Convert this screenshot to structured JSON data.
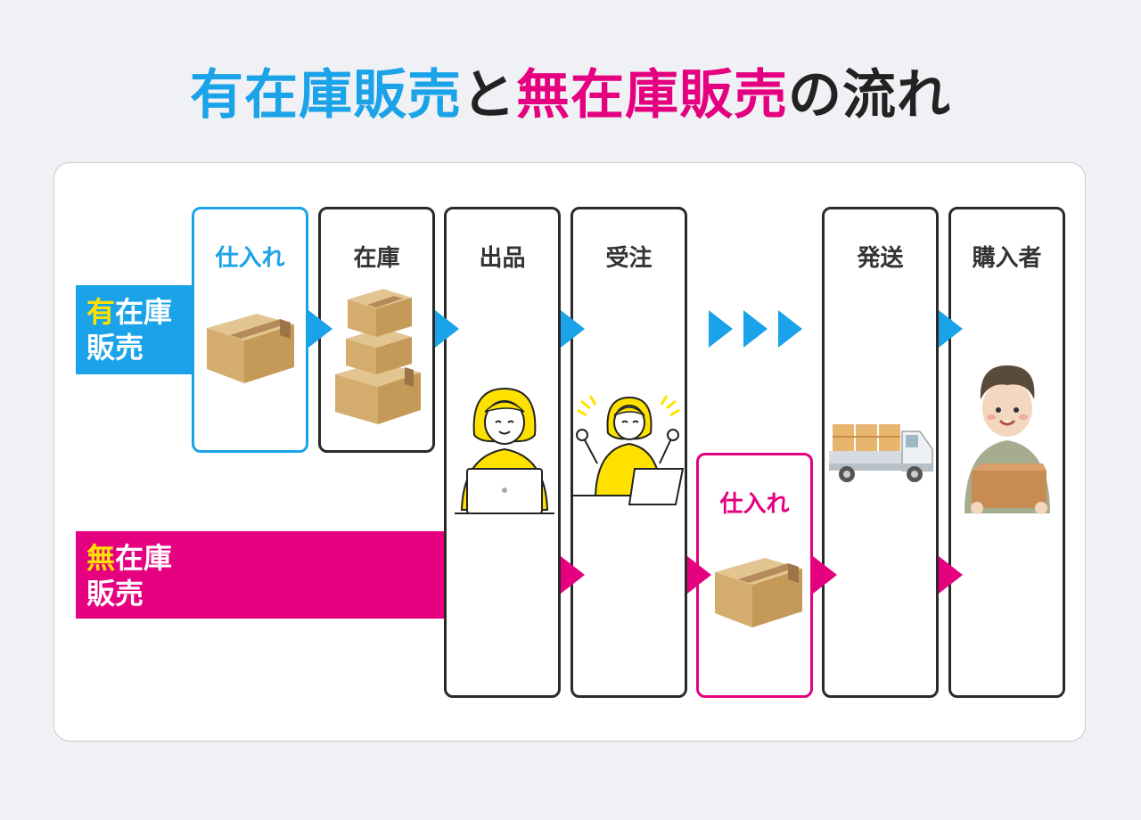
{
  "title": {
    "part1": "有在庫販売",
    "part2": "と",
    "part3": "無在庫販売",
    "part4": "の流れ"
  },
  "rows": {
    "ari": {
      "highlight": "有",
      "line1_rest": "在庫",
      "line2": "販売"
    },
    "mu": {
      "highlight": "無",
      "line1_rest": "在庫",
      "line2": "販売"
    }
  },
  "steps": {
    "shiire_ari": "仕入れ",
    "zaiko": "在庫",
    "shuppin": "出品",
    "juchu": "受注",
    "shiire_mu": "仕入れ",
    "hassou": "発送",
    "konyusha": "購入者"
  },
  "colors": {
    "ari_blue": "#1aa3e8",
    "mu_pink": "#e4007f",
    "highlight_yellow": "#ffe100",
    "card_border": "#2a2a2a"
  },
  "icons": [
    "cardboard-box",
    "stacked-boxes",
    "person-laptop",
    "excited-person-laptop",
    "delivery-truck",
    "buyer-holding-box"
  ]
}
